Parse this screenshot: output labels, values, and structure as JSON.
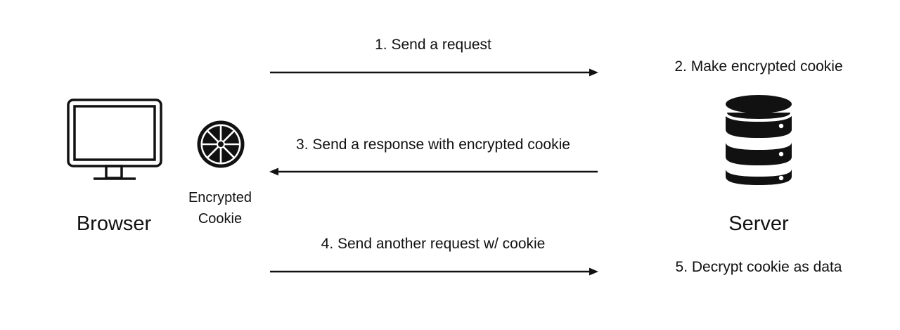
{
  "diagram": {
    "browser": {
      "label": "Browser",
      "icon": "monitor-icon"
    },
    "cookie": {
      "label_line1": "Encrypted",
      "label_line2": "Cookie",
      "icon": "cookie-icon"
    },
    "server": {
      "label": "Server",
      "icon": "database-server-icon"
    },
    "steps": {
      "step1": "1. Send a request",
      "step2": "2. Make encrypted cookie",
      "step3": "3. Send a response with encrypted cookie",
      "step4": "4. Send another request  w/ cookie",
      "step5": "5. Decrypt cookie as data"
    },
    "arrows": [
      {
        "name": "request-arrow",
        "direction": "right"
      },
      {
        "name": "response-arrow",
        "direction": "left"
      },
      {
        "name": "cookie-request-arrow",
        "direction": "right"
      }
    ],
    "colors": {
      "ink": "#111111",
      "background": "#ffffff"
    }
  }
}
